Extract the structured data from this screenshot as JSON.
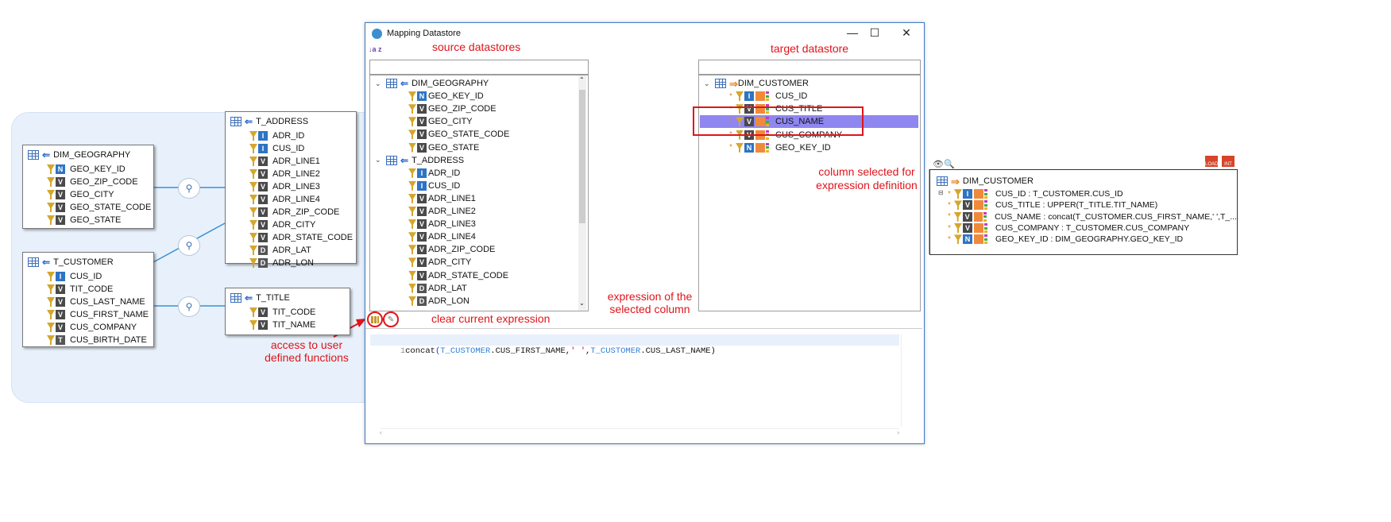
{
  "window": {
    "title": "Mapping Datastore",
    "min_label": "—",
    "max_label": "☐",
    "close_label": "✕"
  },
  "sort_icon_label": "↓a z",
  "annotations": {
    "source_datastores": "source datastores",
    "target_datastore": "target datastore",
    "column_selected": "column selected for\nexpression definition",
    "expression_of_selected": "expression of the\nselected column",
    "clear_expression": "clear current expression",
    "access_user_functions": "access to user\ndefined functions"
  },
  "diagram": {
    "dim_geography": {
      "title": "DIM_GEOGRAPHY",
      "columns": [
        {
          "name": "GEO_KEY_ID",
          "type": "N"
        },
        {
          "name": "GEO_ZIP_CODE",
          "type": "V"
        },
        {
          "name": "GEO_CITY",
          "type": "V"
        },
        {
          "name": "GEO_STATE_CODE",
          "type": "V"
        },
        {
          "name": "GEO_STATE",
          "type": "V"
        }
      ]
    },
    "t_address": {
      "title": "T_ADDRESS",
      "columns": [
        {
          "name": "ADR_ID",
          "type": "I"
        },
        {
          "name": "CUS_ID",
          "type": "I"
        },
        {
          "name": "ADR_LINE1",
          "type": "V"
        },
        {
          "name": "ADR_LINE2",
          "type": "V"
        },
        {
          "name": "ADR_LINE3",
          "type": "V"
        },
        {
          "name": "ADR_LINE4",
          "type": "V"
        },
        {
          "name": "ADR_ZIP_CODE",
          "type": "V"
        },
        {
          "name": "ADR_CITY",
          "type": "V"
        },
        {
          "name": "ADR_STATE_CODE",
          "type": "V"
        },
        {
          "name": "ADR_LAT",
          "type": "D"
        },
        {
          "name": "ADR_LON",
          "type": "D"
        }
      ]
    },
    "t_customer": {
      "title": "T_CUSTOMER",
      "columns": [
        {
          "name": "CUS_ID",
          "type": "I"
        },
        {
          "name": "TIT_CODE",
          "type": "V"
        },
        {
          "name": "CUS_LAST_NAME",
          "type": "V"
        },
        {
          "name": "CUS_FIRST_NAME",
          "type": "V"
        },
        {
          "name": "CUS_COMPANY",
          "type": "V"
        },
        {
          "name": "CUS_BIRTH_DATE",
          "type": "T"
        }
      ]
    },
    "t_title": {
      "title": "T_TITLE",
      "columns": [
        {
          "name": "TIT_CODE",
          "type": "V"
        },
        {
          "name": "TIT_NAME",
          "type": "V"
        }
      ]
    }
  },
  "source_tree": [
    {
      "label": "DIM_GEOGRAPHY",
      "kind": "table"
    },
    {
      "label": "GEO_KEY_ID",
      "kind": "col",
      "type": "N"
    },
    {
      "label": "GEO_ZIP_CODE",
      "kind": "col",
      "type": "V"
    },
    {
      "label": "GEO_CITY",
      "kind": "col",
      "type": "V"
    },
    {
      "label": "GEO_STATE_CODE",
      "kind": "col",
      "type": "V"
    },
    {
      "label": "GEO_STATE",
      "kind": "col",
      "type": "V"
    },
    {
      "label": "T_ADDRESS",
      "kind": "table"
    },
    {
      "label": "ADR_ID",
      "kind": "col",
      "type": "I"
    },
    {
      "label": "CUS_ID",
      "kind": "col",
      "type": "I"
    },
    {
      "label": "ADR_LINE1",
      "kind": "col",
      "type": "V"
    },
    {
      "label": "ADR_LINE2",
      "kind": "col",
      "type": "V"
    },
    {
      "label": "ADR_LINE3",
      "kind": "col",
      "type": "V"
    },
    {
      "label": "ADR_LINE4",
      "kind": "col",
      "type": "V"
    },
    {
      "label": "ADR_ZIP_CODE",
      "kind": "col",
      "type": "V"
    },
    {
      "label": "ADR_CITY",
      "kind": "col",
      "type": "V"
    },
    {
      "label": "ADR_STATE_CODE",
      "kind": "col",
      "type": "V"
    },
    {
      "label": "ADR_LAT",
      "kind": "col",
      "type": "D"
    },
    {
      "label": "ADR_LON",
      "kind": "col",
      "type": "D"
    }
  ],
  "target_tree": {
    "table": "DIM_CUSTOMER",
    "columns": [
      {
        "label": "CUS_ID",
        "type": "I"
      },
      {
        "label": "CUS_TITLE",
        "type": "V"
      },
      {
        "label": "CUS_NAME",
        "type": "V",
        "selected": true
      },
      {
        "label": "CUS_COMPANY",
        "type": "V"
      },
      {
        "label": "GEO_KEY_ID",
        "type": "N"
      }
    ]
  },
  "expression": {
    "line_number": "1",
    "func": "concat",
    "p1": "(",
    "tbl1": "T_CUSTOMER",
    "col1": ".CUS_FIRST_NAME,",
    "str": "' '",
    "comma": ",",
    "tbl2": "T_CUSTOMER",
    "col2": ".CUS_LAST_NAME)"
  },
  "right_entity": {
    "title": "DIM_CUSTOMER",
    "rows": [
      {
        "text": "CUS_ID : T_CUSTOMER.CUS_ID",
        "type": "I"
      },
      {
        "text": "CUS_TITLE : UPPER(T_TITLE.TIT_NAME)",
        "type": "V"
      },
      {
        "text": "CUS_NAME : concat(T_CUSTOMER.CUS_FIRST_NAME,' ',T_...",
        "type": "V"
      },
      {
        "text": "CUS_COMPANY : T_CUSTOMER.CUS_COMPANY",
        "type": "V"
      },
      {
        "text": "GEO_KEY_ID : DIM_GEOGRAPHY.GEO_KEY_ID",
        "type": "N"
      }
    ],
    "badge_load": "LOAD",
    "badge_int": "INT"
  },
  "colors": {
    "selection": "#8f86f0",
    "annotation_red": "#e0141b",
    "window_border": "#3d7bc7",
    "diagram_bg": "#e8f1fb"
  }
}
